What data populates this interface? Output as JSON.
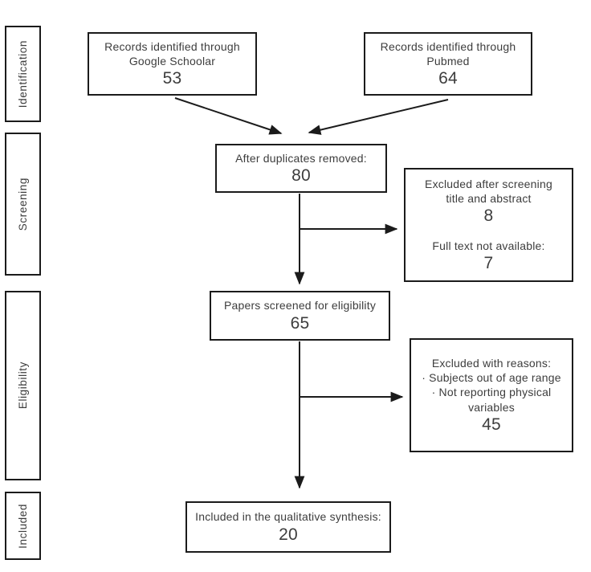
{
  "diagram": {
    "type": "prisma-flowchart",
    "stage_labels": [
      {
        "label": "Identification"
      },
      {
        "label": "Screening"
      },
      {
        "label": "Eligibility"
      },
      {
        "label": "Included"
      }
    ],
    "boxes": {
      "scholar": {
        "text": "Records identified through\nGoogle Schoolar",
        "count": "53"
      },
      "pubmed": {
        "text": "Records identified through\nPubmed",
        "count": "64"
      },
      "duplicates": {
        "text": "After duplicates removed:",
        "count": "80"
      },
      "excluded_screening": {
        "text_top": "Excluded after screening\ntitle and abstract",
        "count_top": "8",
        "text_bottom": "Full text not available:",
        "count_bottom": "7"
      },
      "screened": {
        "text": "Papers screened for eligibility",
        "count": "65"
      },
      "excluded_reasons": {
        "title": "Excluded with reasons:",
        "reasons": "· Subjects out of age range\n· Not reporting physical variables",
        "count": "45"
      },
      "included": {
        "text": "Included in the qualitative synthesis:",
        "count": "20"
      }
    },
    "colors": {
      "border": "#1b1b1b",
      "text": "#3d3d3d",
      "background": "#ffffff"
    }
  }
}
